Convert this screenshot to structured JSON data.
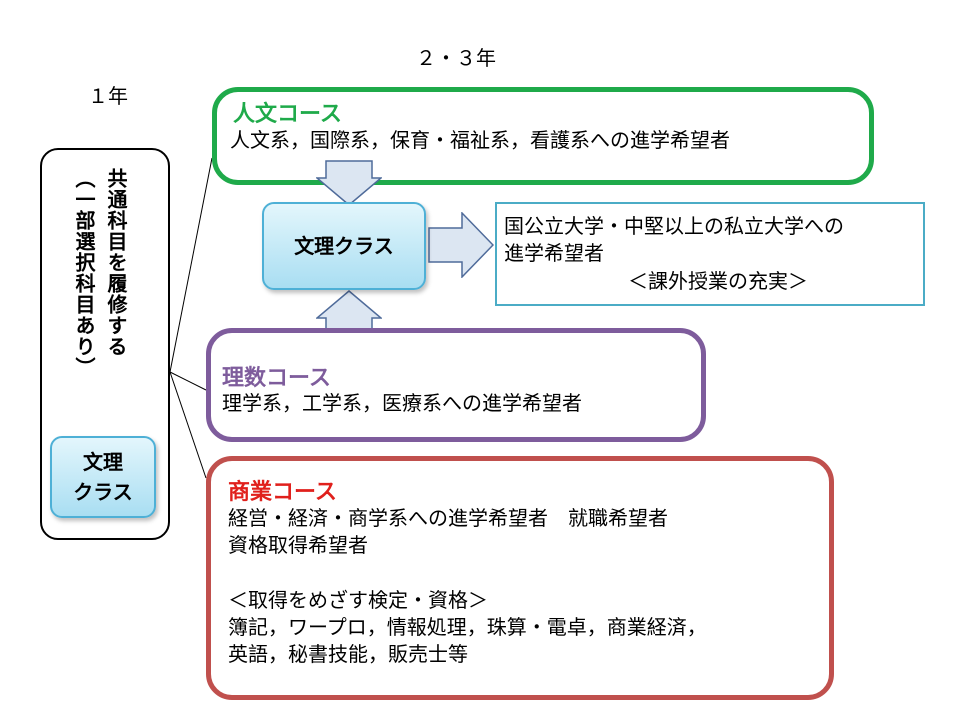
{
  "headings": {
    "year1": "１年",
    "year23": "２・３年"
  },
  "common": {
    "main": "共通科目を履修する",
    "note": "（一部選択科目あり）"
  },
  "bunri_small": {
    "line1": "文理",
    "line2": "クラス"
  },
  "bunri_big": "文理クラス",
  "result": {
    "line1": "国公立大学・中堅以上の私立大学への",
    "line2": "進学希望者",
    "line3": "＜課外授業の充実＞"
  },
  "courses": {
    "jinbun": {
      "title": "人文コース",
      "text": "人文系，国際系，保育・福祉系，看護系への進学希望者"
    },
    "risu": {
      "title": "理数コース",
      "text": "理学系，工学系，医療系への進学希望者"
    },
    "shogyo": {
      "title": "商業コース",
      "line1": "経営・経済・商学系への進学希望者　就職希望者",
      "line2": "資格取得希望者",
      "line3": "＜取得をめざす検定・資格＞",
      "line4": "簿記，ワープロ，情報処理，珠算・電卓，商業経済，",
      "line5": "英語，秘書技能，販売士等"
    }
  },
  "colors": {
    "jinbun": "#1faa4a",
    "risu": "#7e5c9c",
    "shogyo": "#c0504d",
    "cyan_border": "#4eb0d6",
    "result_border": "#4bacc6",
    "arrow_fill": "#dce6f2",
    "arrow_stroke": "#4f6b9a"
  }
}
